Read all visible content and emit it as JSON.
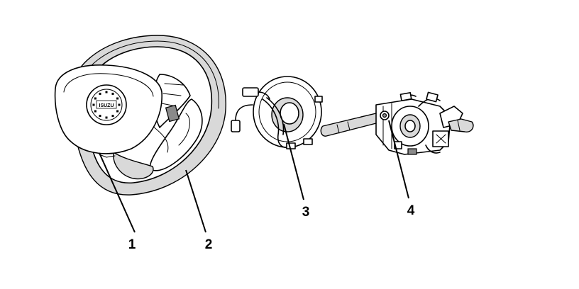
{
  "callouts": [
    {
      "label": "1"
    },
    {
      "label": "2"
    },
    {
      "label": "3"
    },
    {
      "label": "4"
    }
  ],
  "emblem_text": "ISUZU"
}
